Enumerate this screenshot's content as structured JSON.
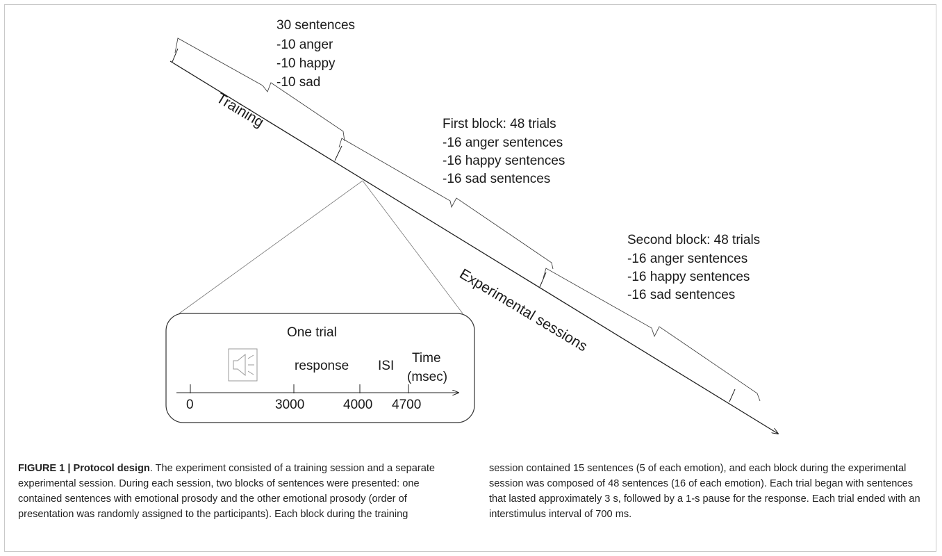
{
  "diagram": {
    "training_info": [
      "30 sentences",
      "-10 anger",
      "-10 happy",
      "-10 sad"
    ],
    "first_block": [
      "First block: 48 trials",
      "-16 anger sentences",
      "-16 happy sentences",
      "-16 sad sentences"
    ],
    "second_block": [
      "Second block: 48 trials",
      "-16 anger sentences",
      "-16 happy sentences",
      "-16 sad sentences"
    ],
    "training_label": "Training",
    "experimental_label": "Experimental sessions",
    "trial": {
      "title": "One trial",
      "response_label": "response",
      "isi_label": "ISI",
      "time_label_1": "Time",
      "time_label_2": "(msec)",
      "ticks": [
        "0",
        "3000",
        "4000",
        "4700"
      ],
      "speaker_icon": "speaker-icon"
    }
  },
  "caption": {
    "label": "FIGURE 1 | Protocol design",
    "left_text": ". The experiment consisted of a training session and a separate experimental session. During each session, two blocks of sentences were presented: one contained sentences with emotional prosody and the other emotional prosody (order of presentation was randomly assigned to the participants). Each block during the training",
    "right_text": "session contained 15 sentences (5 of each emotion), and each block during the experimental session was composed of 48 sentences (16 of each emotion). Each trial began with sentences that lasted approximately 3 s, followed by a 1-s pause for the response. Each trial ended with an interstimulus interval of 700 ms."
  }
}
